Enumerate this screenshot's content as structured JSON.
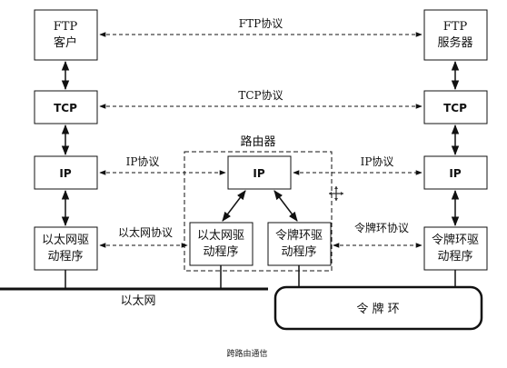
{
  "boxes": {
    "ftp_client": [
      "FTP",
      "客户"
    ],
    "ftp_server": [
      "FTP",
      "服务器"
    ],
    "tcp_left": "TCP",
    "tcp_right": "TCP",
    "ip_left": "IP",
    "ip_router": "IP",
    "ip_right": "IP",
    "eth_driver_left": [
      "以太网驱",
      "动程序"
    ],
    "eth_driver_router": [
      "以太网驱",
      "动程序"
    ],
    "token_driver_router": [
      "令牌环驱",
      "动程序"
    ],
    "token_driver_right": [
      "令牌环驱",
      "动程序"
    ]
  },
  "protocols": {
    "ftp": "FTP协议",
    "tcp": "TCP协议",
    "ip_left": "IP协议",
    "ip_right": "IP协议",
    "ethernet": "以太网协议",
    "token_ring": "令牌环协议"
  },
  "router_label": "路由器",
  "networks": {
    "ethernet": "以太网",
    "token_ring": "令 牌 环"
  },
  "caption": "跨路由通信"
}
